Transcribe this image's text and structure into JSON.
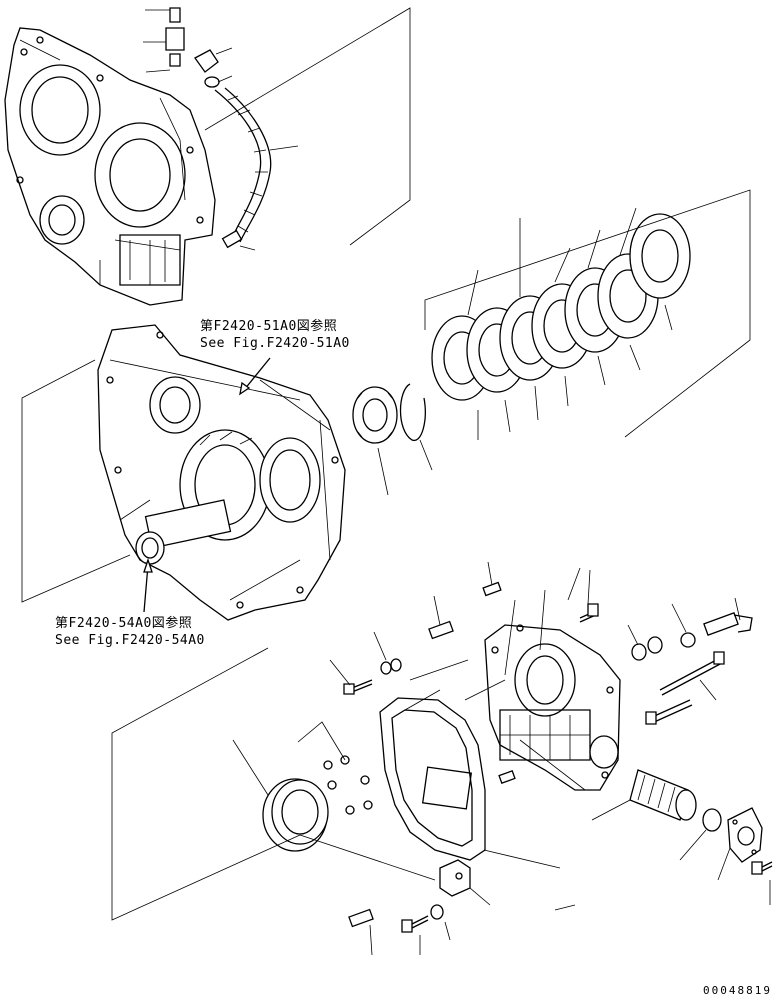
{
  "references": [
    {
      "jp": "第F2420-51A0図参照",
      "en": "See Fig.F2420-51A0"
    },
    {
      "jp": "第F2420-54A0図参照",
      "en": "See Fig.F2420-54A0"
    }
  ],
  "drawing_code": "00048819",
  "parts": [
    {
      "id": "upper-housing-cover",
      "icon": "transmission-cover-icon"
    },
    {
      "id": "breather-fitting",
      "icon": "fitting-icon"
    },
    {
      "id": "elbow-fitting",
      "icon": "elbow-icon"
    },
    {
      "id": "hose",
      "icon": "hose-icon"
    },
    {
      "id": "main-case",
      "icon": "gear-case-icon"
    },
    {
      "id": "bearing",
      "icon": "bearing-icon"
    },
    {
      "id": "snap-ring",
      "icon": "snap-ring-icon"
    },
    {
      "id": "clutch-disc-pack",
      "icon": "clutch-disc-icon"
    },
    {
      "id": "rear-housing",
      "icon": "housing-icon"
    },
    {
      "id": "gasket",
      "icon": "gasket-icon"
    },
    {
      "id": "oil-seal",
      "icon": "oil-seal-icon"
    },
    {
      "id": "dowel-pins",
      "icon": "pin-icon"
    },
    {
      "id": "bolts",
      "icon": "bolt-icon"
    },
    {
      "id": "washers",
      "icon": "washer-icon"
    },
    {
      "id": "shaft",
      "icon": "shaft-icon"
    },
    {
      "id": "o-ring",
      "icon": "o-ring-icon"
    },
    {
      "id": "flange-cover",
      "icon": "flange-icon"
    },
    {
      "id": "bracket",
      "icon": "bracket-icon"
    }
  ]
}
